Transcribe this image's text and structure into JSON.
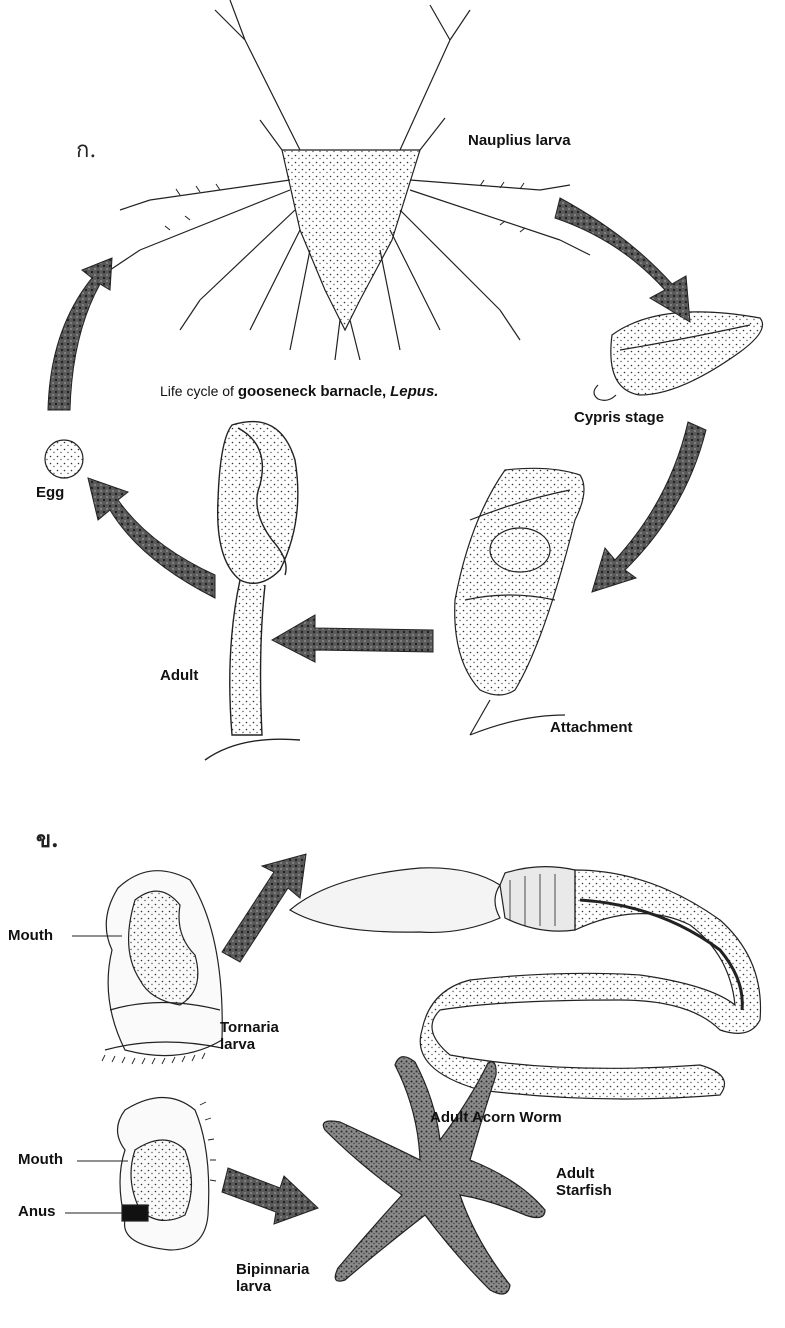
{
  "section_a": {
    "marker": "ก.",
    "caption": {
      "prefix": "Life cycle of",
      "name": "gooseneck barnacle,",
      "genus": "Lepus."
    },
    "labels": {
      "nauplius": "Nauplius larva",
      "cypris": "Cypris stage",
      "attachment": "Attachment",
      "adult": "Adult",
      "egg": "Egg"
    }
  },
  "section_b": {
    "marker": "ข.",
    "labels": {
      "tornaria_mouth": "Mouth",
      "tornaria": "Tornaria\nlarva",
      "acorn_worm": "Adult Acorn Worm",
      "bipinnaria_mouth": "Mouth",
      "anus": "Anus",
      "bipinnaria": "Bipinnaria\nlarva",
      "starfish": "Adult\nStarfish"
    }
  }
}
